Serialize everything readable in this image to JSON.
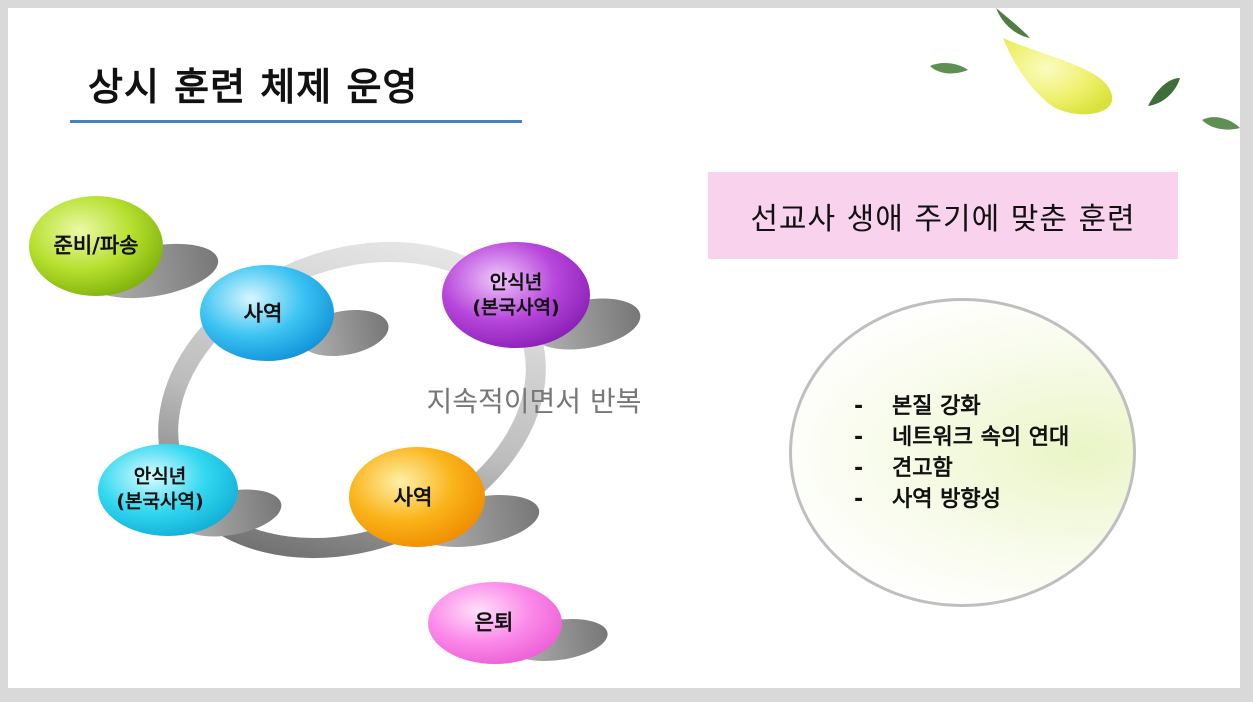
{
  "title": "상시 훈련 체제 운영",
  "nodes": {
    "prep": "준비/파송",
    "ministry_top": "사역",
    "sabbatical_top": "안식년\n(본국사역)",
    "sabbatical_left": "안식년\n(본국사역)",
    "ministry_bottom": "사역",
    "retire": "은퇴"
  },
  "cycle_caption": "지속적이면서 반복",
  "box_title": "선교사 생애 주기에 맞춘 훈련",
  "bullets": [
    {
      "dash": "-",
      "text": "본질 강화"
    },
    {
      "dash": "-",
      "text": "네트워크 속의 연대"
    },
    {
      "dash": "-",
      "text": "견고함"
    },
    {
      "dash": "-",
      "text": "사역 방향성"
    }
  ],
  "colors": {
    "title_rule": "#4a7fc1",
    "prep": "#a6d62a",
    "ministry_top": "#2fb8ea",
    "sabbatical_top": "#b33bd6",
    "sabbatical_left": "#29d3ec",
    "ministry_bottom": "#f7a000",
    "retire": "#f77ee6",
    "box": "#f9d2ee"
  }
}
